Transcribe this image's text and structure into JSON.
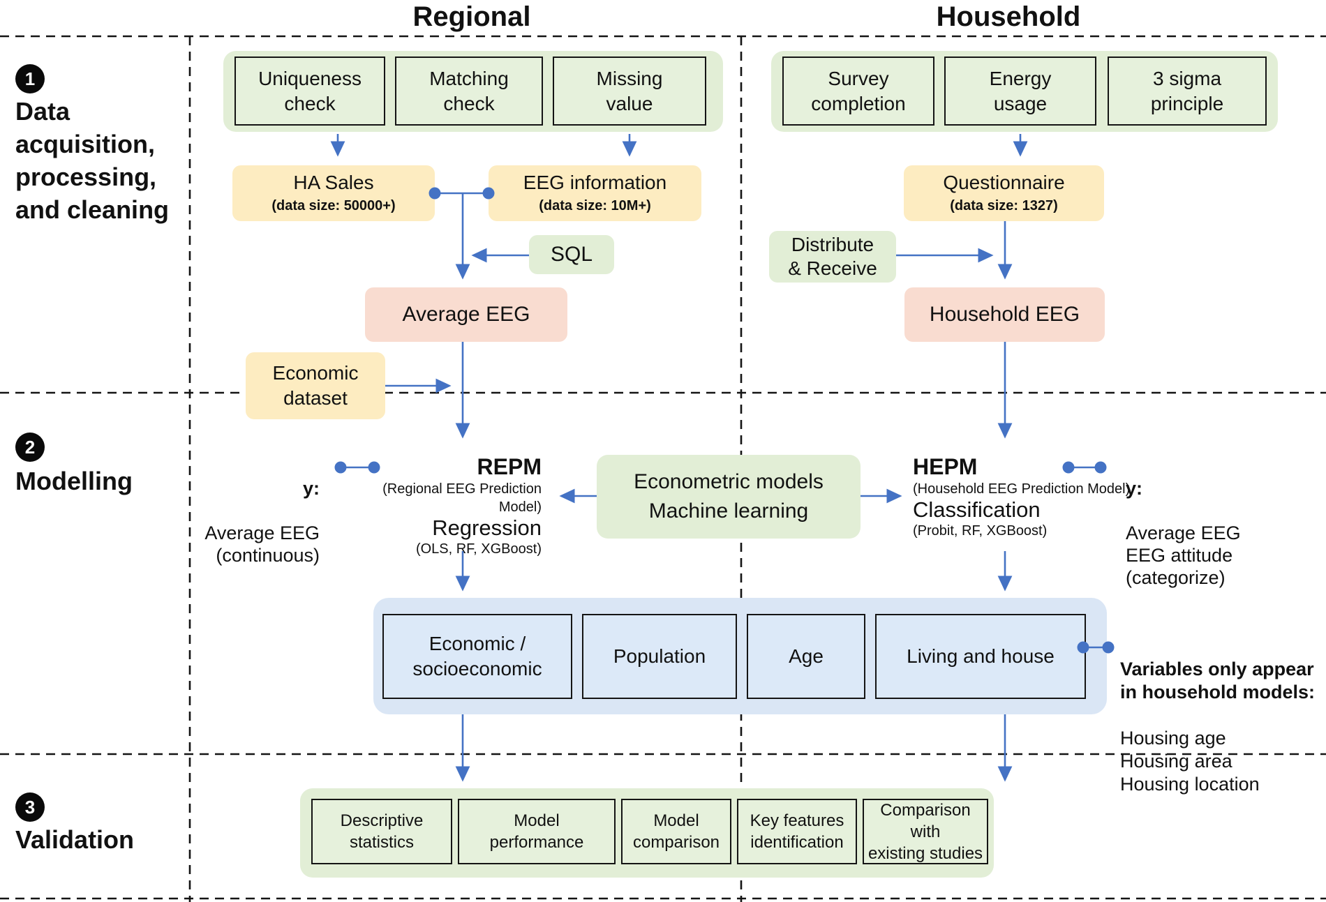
{
  "colors": {
    "green-container": "#e2eed6",
    "green-box": "#e6f1dc",
    "yellow": "#fdecc1",
    "pink": "#f9dcd0",
    "blue-container": "#dae6f5",
    "blue-box": "#dce9f8",
    "arrow": "#4472c4",
    "ink": "#111111"
  },
  "headers": {
    "regional": "Regional",
    "household": "Household"
  },
  "phases": {
    "p1": {
      "num": "1",
      "label": "Data\nacquisition,\nprocessing,\nand cleaning"
    },
    "p2": {
      "num": "2",
      "label": "Modelling"
    },
    "p3": {
      "num": "3",
      "label": "Validation"
    }
  },
  "regional": {
    "checks": [
      "Uniqueness\ncheck",
      "Matching\ncheck",
      "Missing\nvalue"
    ],
    "ha_sales": {
      "title": "HA Sales",
      "subtitle": "(data size: 50000+)"
    },
    "eeg_info": {
      "title": "EEG information",
      "subtitle": "(data size: 10M+)"
    },
    "sql": "SQL",
    "average_eeg": "Average EEG",
    "economic_dataset": "Economic\ndataset"
  },
  "household": {
    "checks": [
      "Survey\ncompletion",
      "Energy\nusage",
      "3 sigma\nprinciple"
    ],
    "questionnaire": {
      "title": "Questionnaire",
      "subtitle": "(data size: 1327)"
    },
    "distribute": "Distribute\n& Receive",
    "household_eeg": "Household EEG"
  },
  "modelling": {
    "y_left": {
      "label": "y:",
      "desc": "Average EEG\n(continuous)"
    },
    "repm": {
      "name": "REPM",
      "full": "(Regional EEG Prediction Model)",
      "method": "Regression",
      "algos": "(OLS, RF, XGBoost)"
    },
    "center": "Econometric models\nMachine learning",
    "hepm": {
      "name": "HEPM",
      "full": "(Household EEG Prediction Model)",
      "method": "Classification",
      "algos": "(Probit, RF, XGBoost)"
    },
    "y_right": {
      "label": "y:",
      "desc": "Average EEG\nEEG attitude\n(categorize)"
    },
    "features": [
      "Economic /\nsocioeconomic",
      "Population",
      "Age",
      "Living and house"
    ],
    "variables_note": {
      "heading": "Variables only appear\nin household models:",
      "items": "Housing age\nHousing area\nHousing location"
    }
  },
  "validation": {
    "boxes": [
      "Descriptive\nstatistics",
      "Model\nperformance",
      "Model\ncomparison",
      "Key features\nidentification",
      "Comparison with\nexisting studies"
    ]
  }
}
